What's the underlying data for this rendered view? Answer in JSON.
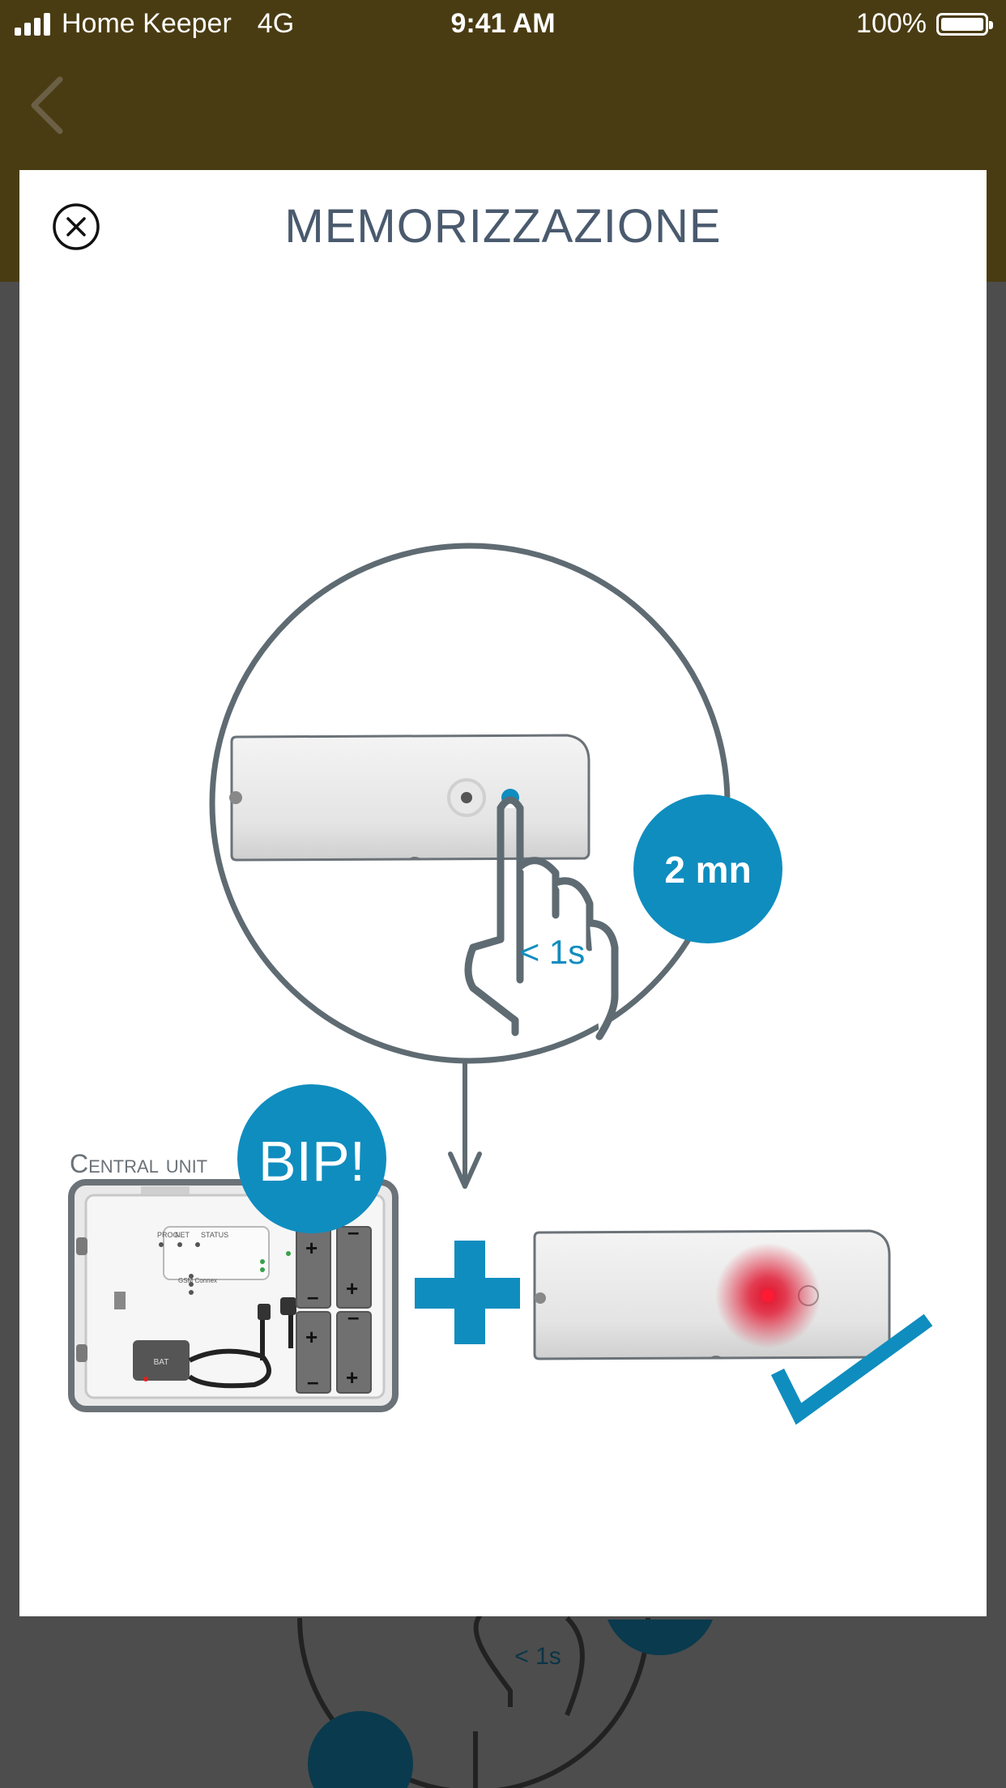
{
  "status_bar": {
    "carrier": "Home Keeper",
    "network": "4G",
    "time": "9:41 AM",
    "battery": "100%"
  },
  "modal": {
    "title": "MEMORIZZAZIONE"
  },
  "illustration": {
    "press_duration": "< 1s",
    "timer_badge": "2 mn",
    "beep_badge": "BIP!",
    "central_unit_label": "Central unit",
    "panel_labels": {
      "prog": "PROG",
      "net": "NET",
      "status": "STATUS",
      "gsm": "GSM Connex",
      "bat": "BAT"
    }
  },
  "background": {
    "press_duration": "< 1s"
  },
  "colors": {
    "header": "#4a3c12",
    "accent_blue": "#0f8dbf",
    "title_text": "#4a5a6e",
    "outline_gray": "#5f6b72",
    "led_red": "#e0112b"
  }
}
